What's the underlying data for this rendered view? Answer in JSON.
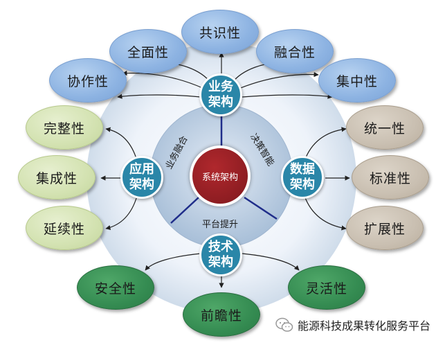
{
  "center": {
    "label": "系统架构"
  },
  "hubs": {
    "business": {
      "line1": "业务",
      "line2": "架构"
    },
    "application": {
      "line1": "应用",
      "line2": "架构"
    },
    "data": {
      "line1": "数据",
      "line2": "架构"
    },
    "technology": {
      "line1": "技术",
      "line2": "架构"
    }
  },
  "ring_labels": {
    "business_fusion": "业务融合",
    "decision_intelligence": "决策智能",
    "platform_upgrade": "平台提升"
  },
  "business_traits": [
    "协作性",
    "全面性",
    "共识性",
    "融合性",
    "集中性"
  ],
  "application_traits": [
    "完整性",
    "集成性",
    "延续性"
  ],
  "data_traits": [
    "统一性",
    "标准性",
    "扩展性"
  ],
  "technology_traits": [
    "安全性",
    "前瞻性",
    "灵活性"
  ],
  "watermark": {
    "text": "能源科技成果转化服务平台"
  },
  "colors": {
    "business": "#8db3e2",
    "application": "#d3e2b1",
    "data": "#c9bfb1",
    "technology": "#358c52",
    "hub": "#2a86a8",
    "core": "#8e1d22"
  }
}
